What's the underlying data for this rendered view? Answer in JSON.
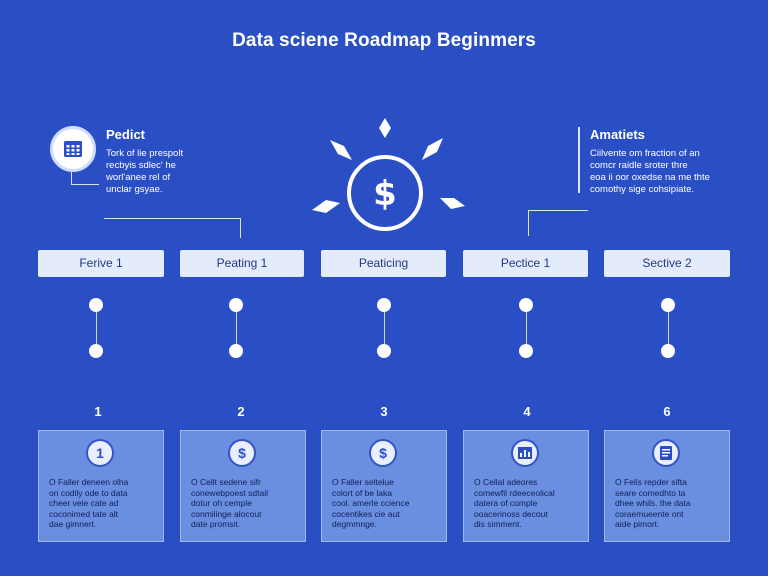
{
  "title": "Data sciene Roadmap Beginmers",
  "callouts": {
    "left": {
      "title": "Pedict",
      "lines": [
        "Tork of lie prespolt",
        "recbyis sdlec' he",
        "worl'anee rel of",
        "unclar gsyae."
      ]
    },
    "right": {
      "title": "Amatiets",
      "lines": [
        "Ciilvente om fraction of an",
        "comcr raidle sroter thre",
        "eoa ii oor oxedse na me thte",
        "comothy sige cohsipiate."
      ]
    }
  },
  "icons": {
    "left_callout": "calendar-grid-icon",
    "center": "dollar-icon",
    "card_icons": [
      "number-1-icon",
      "dollar-icon",
      "dollar-icon",
      "bar-chart-icon",
      "document-icon"
    ]
  },
  "stages": [
    {
      "label": "Ferive 1",
      "number": "1",
      "badge": "1",
      "lines": [
        "O Faller deneen olha",
        "on codily ode to data",
        "cheer vele cate ad",
        "coconimed tate alt",
        "dae gimnert."
      ]
    },
    {
      "label": "Peating 1",
      "number": "2",
      "badge": "$",
      "lines": [
        "O Cellt sedene sifr",
        "conewebpoest sdtail",
        "dotur oh cemple",
        "conmilinge alocout",
        "date promsit."
      ]
    },
    {
      "label": "Peaticing",
      "number": "3",
      "badge": "$",
      "lines": [
        "O Faller seltelue",
        "colort of be laka",
        "cool. amerle ccience",
        "cocentikes cie aut",
        "degmmnge."
      ]
    },
    {
      "label": "Pectice 1",
      "number": "4",
      "badge": "",
      "lines": [
        "O Cellal adeores",
        "comewfil rdeeceolical",
        "datera of comple",
        "ooacerinoss decout",
        "dis simment."
      ]
    },
    {
      "label": "Sective 2",
      "number": "6",
      "badge": "",
      "lines": [
        "O Felis repder sifta",
        "seare comedhto ta",
        "dhee whils. the data",
        "coraemueente ont",
        "aide pimort."
      ]
    }
  ],
  "colors": {
    "background": "#2a4fc4",
    "bar": "#e4ebfb",
    "card": "#6a8ee0",
    "text_dark": "#0f1f57"
  }
}
